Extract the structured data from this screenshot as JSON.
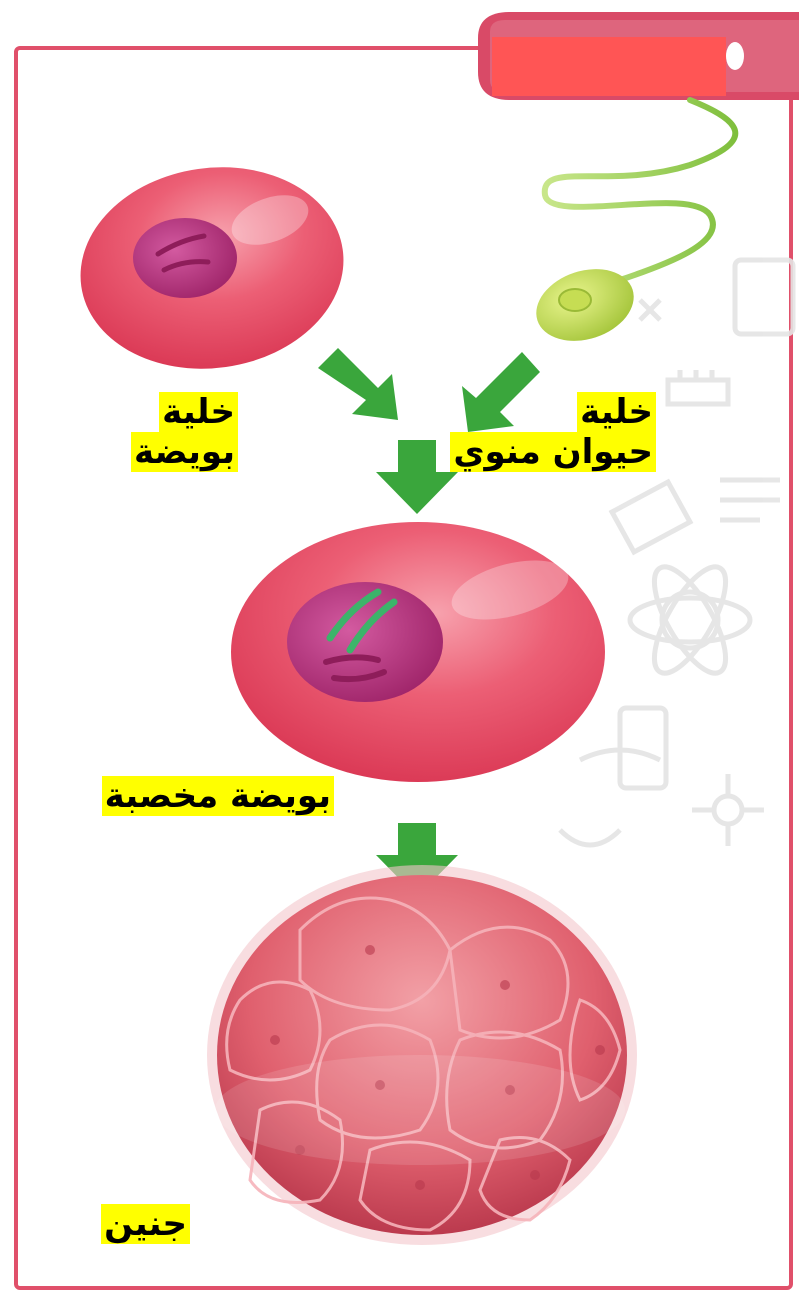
{
  "colors": {
    "frame": "#e0506a",
    "header_tab": "#ff5555",
    "highlight": "#ffff00",
    "arrow": "#3aa63c",
    "cell": "#e94660",
    "nucleus": "#b8327a",
    "sperm": "#b7d94a",
    "background_icons": "#e3e3e3"
  },
  "labels": {
    "egg_cell": {
      "line1": "خلية",
      "line2": "بويضة"
    },
    "sperm_cell": {
      "line1": "خلية",
      "line2": "حيوان منوي"
    },
    "fertilized_egg": "بويضة مخصبة",
    "embryo": "جنين"
  },
  "icons": {
    "arrows": [
      "arrow-down-right-icon",
      "arrow-down-left-icon",
      "arrow-down-icon",
      "arrow-down-icon"
    ],
    "background": [
      "science-doodles-icon"
    ]
  }
}
